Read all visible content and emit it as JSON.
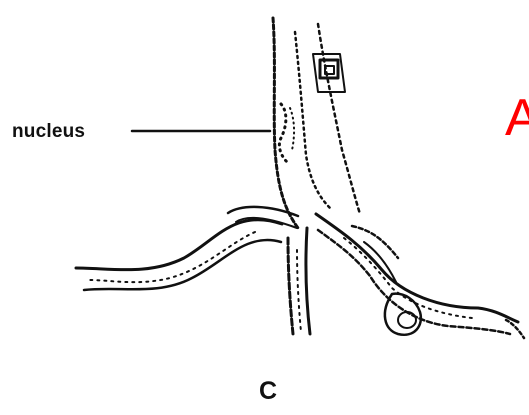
{
  "labels": {
    "nucleus": "nucleus",
    "panel": "C",
    "marker": "A"
  },
  "colors": {
    "ink": "#111111",
    "marker": "#ff0000",
    "background": "#ffffff"
  },
  "icons": {
    "cell": "branching-cell-drawing"
  }
}
